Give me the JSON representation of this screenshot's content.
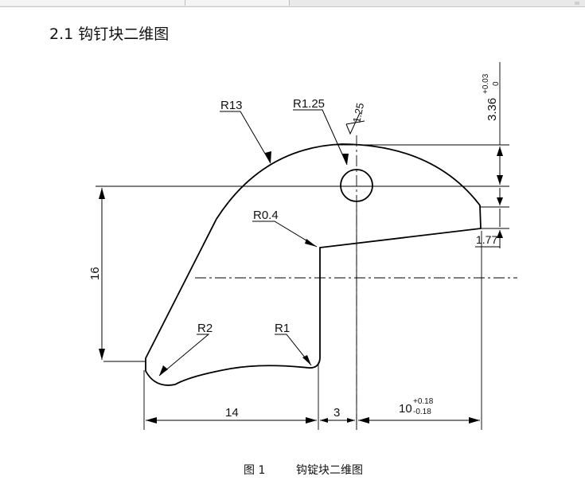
{
  "section_heading": "2.1 钩钉块二维图",
  "drawing": {
    "labels": {
      "r13": "R13",
      "r125": "R1.25",
      "r04": "R0.4",
      "r2": "R2",
      "r1": "R1",
      "roughness": "1.25",
      "dim_16": "16",
      "dim_14": "14",
      "dim_3": "3",
      "dim_10": "10",
      "dim_10_upper": "+0.18",
      "dim_10_lower": "-0.18",
      "dim_336": "3.36",
      "dim_336_upper": "+0.03",
      "dim_336_lower": "0",
      "dim_177": "1.77"
    }
  },
  "caption": {
    "figure_label": "图 1",
    "figure_title": "钩锭块二维图"
  }
}
